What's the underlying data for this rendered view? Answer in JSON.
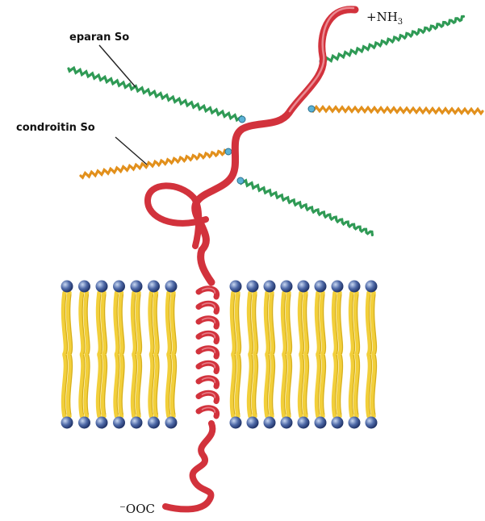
{
  "labels": {
    "heparan": "eparan So",
    "chondroitin": "condroitin So",
    "n_terminus_prefix": "+NH",
    "n_terminus_sub": "3",
    "c_terminus": "⁻OOC"
  },
  "colors": {
    "protein": "#d2323c",
    "protein_highlight": "#f0a0a8",
    "heparan_chain": "#2f9a55",
    "chondroitin_chain": "#e2901c",
    "lipid_tail": "#f2cf3a",
    "lipid_tail_edge": "#c49a10",
    "lipid_head": "#3f5a96",
    "linker": "#5bb3d6"
  }
}
